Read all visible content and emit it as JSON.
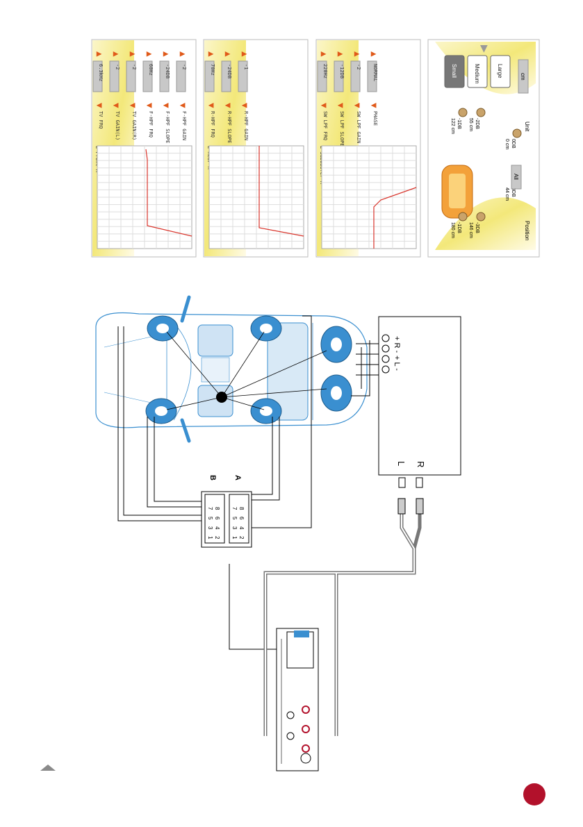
{
  "panels": [
    {
      "title": "L-Front-R",
      "rows": [
        {
          "label": "TV FRQ",
          "value": "6.3kHz"
        },
        {
          "label": "TV GAIN(L)",
          "value": "-2"
        },
        {
          "label": "TV GAIN(R)",
          "value": "-2"
        },
        {
          "label": "F-HPF FRQ",
          "value": "60Hz"
        },
        {
          "label": "F-HPF SLOPE",
          "value": "-24DB"
        },
        {
          "label": "F-HPF GAIN",
          "value": "-2"
        }
      ]
    },
    {
      "title": "L-Rear-R",
      "rows": [
        {
          "label": "R-HPF FRQ",
          "value": "70Hz"
        },
        {
          "label": "R-HPF SLOPE",
          "value": "-24DB"
        },
        {
          "label": "R-HPF GAIN",
          "value": "-1"
        }
      ]
    },
    {
      "title": "L-Subwoofer-R",
      "rows": [
        {
          "label": "SW LPF FRQ",
          "value": "220Hz"
        },
        {
          "label": "SW LPF SLOPE",
          "value": "-12DB"
        },
        {
          "label": "SW LPF GAIN",
          "value": "-2"
        },
        {
          "label": "PHASE",
          "value": "NORMAL"
        }
      ]
    }
  ],
  "position_panel": {
    "size_buttons": [
      "Small",
      "Medium",
      "Large"
    ],
    "unit_label": "Unit",
    "unit_value": "cm",
    "position_label": "Position",
    "position_value": "All",
    "readouts": [
      {
        "dist": "122 cm",
        "gain": "-1DB"
      },
      {
        "dist": "55 cm",
        "gain": "-2DB"
      },
      {
        "dist": "0 cm",
        "gain": "0DB"
      },
      {
        "dist": "44 cm",
        "gain": "0DB"
      },
      {
        "dist": "180 cm",
        "gain": "-1DB"
      },
      {
        "dist": "146 cm",
        "gain": "-3DB"
      }
    ]
  },
  "wiring": {
    "connector_a": "A",
    "connector_b": "B",
    "amp_left": "L",
    "amp_right": "R",
    "terminal_left": "+ L -",
    "terminal_right": "+ R -",
    "pins_a": [
      "1",
      "3",
      "5",
      "7",
      "2",
      "4",
      "6",
      "8"
    ],
    "pins_b": [
      "1",
      "3",
      "5",
      "7",
      "2",
      "4",
      "6",
      "8"
    ]
  },
  "colors": {
    "accent": "#b2112b",
    "speaker": "#3a8fd0",
    "curve": "#d9342b"
  }
}
